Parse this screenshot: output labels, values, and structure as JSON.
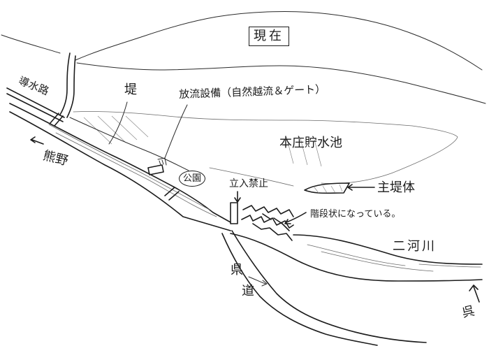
{
  "labels": {
    "title": "現在",
    "headrace": "導水路",
    "kumano": "熊野",
    "levee": "堤",
    "discharge": "放流設備（自然越流＆ゲート）",
    "reservoir": "本庄貯水池",
    "park": "公園",
    "no_entry": "立入禁止",
    "main_dam": "主堤体",
    "stepped": "階段状になっている。",
    "river": "二河川",
    "prefectural_road_1": "県",
    "prefectural_road_2": "道",
    "kure": "呉"
  }
}
